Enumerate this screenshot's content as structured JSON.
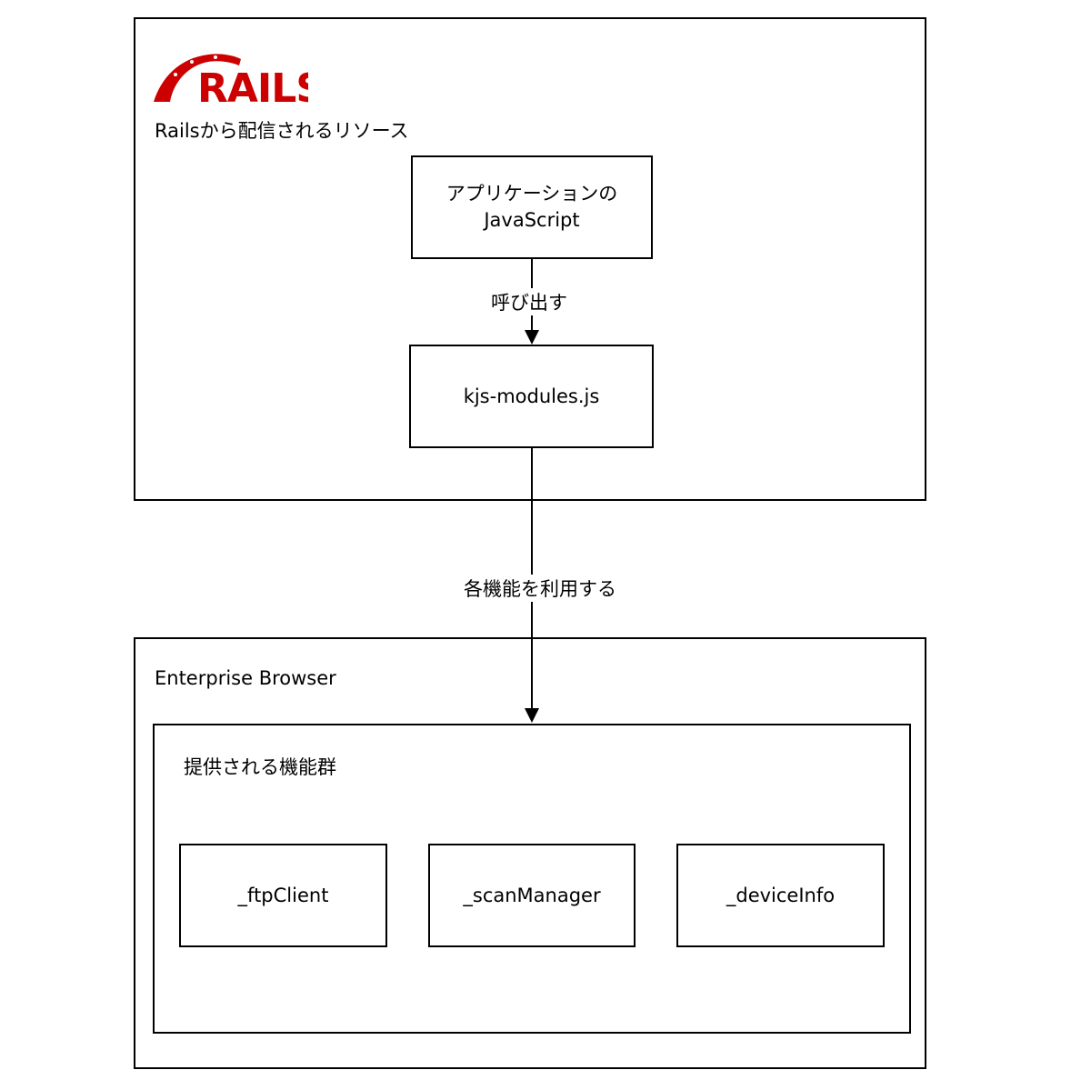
{
  "rails_container": {
    "logo_text": "RAILS",
    "title": "Railsから配信されるリソース"
  },
  "nodes": {
    "app_js_line1": "アプリケーションの",
    "app_js_line2": "JavaScript",
    "kjs_modules": "kjs-modules.js"
  },
  "edges": {
    "calls": "呼び出す",
    "uses_features": "各機能を利用する"
  },
  "enterprise_browser": {
    "title": "Enterprise Browser",
    "features_title": "提供される機能群",
    "features": [
      "_ftpClient",
      "_scanManager",
      "_deviceInfo"
    ]
  },
  "colors": {
    "rails_red": "#cc0000",
    "stroke": "#000000"
  }
}
